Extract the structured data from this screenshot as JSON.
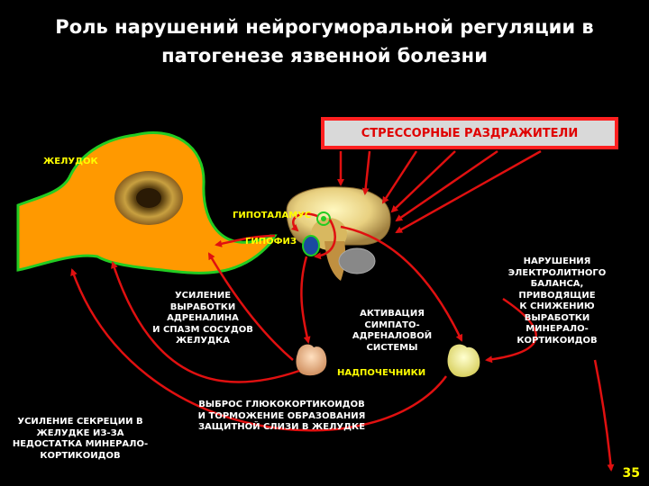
{
  "title": {
    "line1": "Роль нарушений нейрогуморальной регуляции в",
    "line2": "патогенезе язвенной болезни"
  },
  "labels": {
    "stress": "СТРЕССОРНЫЕ РАЗДРАЖИТЕЛИ",
    "stomach": "ЖЕЛУДОК",
    "hypothalamus": "ГИПОТАЛАМУС",
    "pituitary": "ГИПОФИЗ",
    "adrenaline": "УСИЛЕНИЕ\nВЫРАБОТКИ\nАДРЕНАЛИНА\nИ СПАЗМ СОСУДОВ\nЖЕЛУДКА",
    "sympatho": "АКТИВАЦИЯ\nСИМПАТО-\nАДРЕНАЛОВОЙ\nСИСТЕМЫ",
    "electrolyte": "НАРУШЕНИЯ\nЭЛЕКТРОЛИТНОГО\nБАЛАНСА,\nПРИВОДЯЩИЕ\nК СНИЖЕНИЮ\nВЫРАБОТКИ\nМИНЕРАЛО-\nКОРТИКОИДОВ",
    "adrenals": "НАДПОЧЕЧНИКИ",
    "glucocorticoids": "ВЫБРОС ГЛЮКОКОРТИКОИДОВ\nИ ТОРМОЖЕНИЕ ОБРАЗОВАНИЯ\nЗАЩИТНОЙ СЛИЗИ В ЖЕЛУДКЕ",
    "secretion": "УСИЛЕНИЕ СЕКРЕЦИИ В\nЖЕЛУДКЕ ИЗ-ЗА\nНЕДОСТАТКА МИНЕРАЛО-\nКОРТИКОИДОВ"
  },
  "page_number": "35",
  "colors": {
    "arrow": "#e01010",
    "stomach": "#ff9900",
    "stomach_border": "#22cc22",
    "hypothalamus_dot": "#22cc22",
    "pituitary_dot": "#1a4aa0"
  }
}
